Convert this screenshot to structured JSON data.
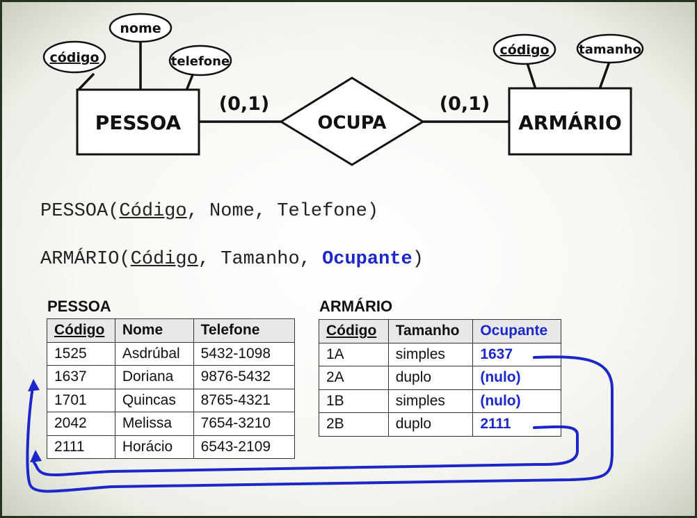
{
  "er": {
    "entity_left": "PESSOA",
    "entity_right": "ARMÁRIO",
    "relationship": "OCUPA",
    "card_left": "(0,1)",
    "card_right": "(0,1)",
    "attrs_left": [
      "código",
      "nome",
      "telefone"
    ],
    "attrs_right": [
      "código",
      "tamanho"
    ]
  },
  "schema": {
    "pessoa": {
      "name": "PESSOA",
      "open": "(",
      "key": "Código",
      "rest": ", Nome, Telefone",
      "close": ")"
    },
    "armario": {
      "name": "ARMÁRIO",
      "open": "(",
      "key": "Código",
      "mid": ", Tamanho, ",
      "fk": "Ocupante",
      "close": ")"
    }
  },
  "tables": {
    "pessoa": {
      "title": "PESSOA",
      "headers": [
        "Código",
        "Nome",
        "Telefone"
      ],
      "rows": [
        [
          "1525",
          "Asdrúbal",
          "5432-1098"
        ],
        [
          "1637",
          "Doriana",
          "9876-5432"
        ],
        [
          "1701",
          "Quincas",
          "8765-4321"
        ],
        [
          "2042",
          "Melissa",
          "7654-3210"
        ],
        [
          "2111",
          "Horácio",
          "6543-2109"
        ]
      ]
    },
    "armario": {
      "title": "ARMÁRIO",
      "headers": [
        "Código",
        "Tamanho",
        "Ocupante"
      ],
      "rows": [
        [
          "1A",
          "simples",
          "1637"
        ],
        [
          "2A",
          "duplo",
          "(nulo)"
        ],
        [
          "1B",
          "simples",
          "(nulo)"
        ],
        [
          "2B",
          "duplo",
          "2111"
        ]
      ]
    }
  },
  "colors": {
    "accent": "#1c27c9",
    "ink": "#111111"
  }
}
